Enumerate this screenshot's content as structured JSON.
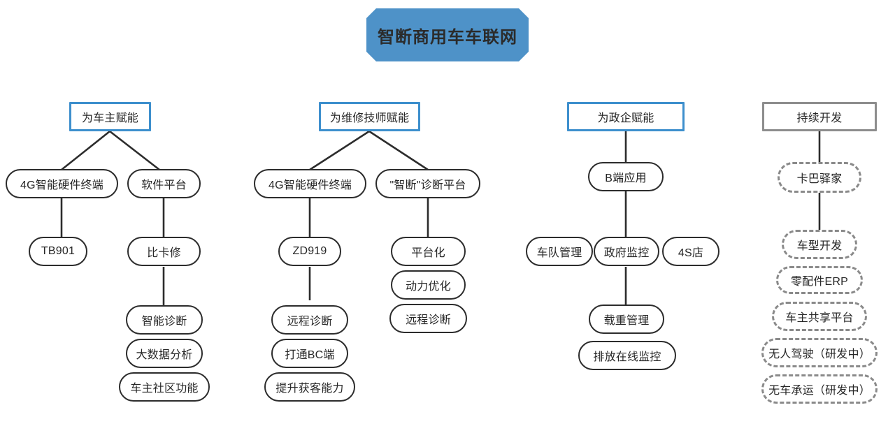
{
  "diagram": {
    "title": "智断商用车车联网",
    "colors": {
      "title_fill": "#4e92c8",
      "header_border_blue": "#3d8fcd",
      "header_border_gray": "#8d8d8d",
      "node_border": "#2c2c2c",
      "dashed_border": "#8a8a8a",
      "background": "#ffffff",
      "text": "#262626"
    },
    "columns": [
      {
        "id": "col-owner",
        "header": "为车主赋能",
        "header_style": "blue",
        "branches": [
          {
            "root": "4G智能硬件终端",
            "children": [
              "TB901"
            ]
          },
          {
            "root": "软件平台",
            "children": [
              "比卡修",
              "智能诊断",
              "大数据分析",
              "车主社区功能"
            ]
          }
        ]
      },
      {
        "id": "col-technician",
        "header": "为维修技师赋能",
        "header_style": "blue",
        "branches": [
          {
            "root": "4G智能硬件终端",
            "children": [
              "ZD919",
              "远程诊断",
              "打通BC端",
              "提升获客能力"
            ]
          },
          {
            "root": "\"智断\"诊断平台",
            "children": [
              "平台化",
              "动力优化",
              "远程诊断"
            ]
          }
        ]
      },
      {
        "id": "col-government",
        "header": "为政企赋能",
        "header_style": "blue",
        "branches": [
          {
            "root": "B端应用",
            "children": [
              "车队管理",
              "政府监控",
              "4S店",
              "载重管理",
              "排放在线监控"
            ]
          }
        ]
      },
      {
        "id": "col-development",
        "header": "持续开发",
        "header_style": "gray",
        "branches": [
          {
            "root": "卡巴驿家",
            "children": [
              "车型开发",
              "零配件ERP",
              "车主共享平台",
              "无人驾驶（研发中）",
              "无车承运（研发中）"
            ]
          }
        ]
      }
    ],
    "nodes": {
      "title": "智断商用车车联网",
      "c1_header": "为车主赋能",
      "c1_a": "4G智能硬件终端",
      "c1_a1": "TB901",
      "c1_b": "软件平台",
      "c1_b1": "比卡修",
      "c1_b2": "智能诊断",
      "c1_b3": "大数据分析",
      "c1_b4": "车主社区功能",
      "c2_header": "为维修技师赋能",
      "c2_a": "4G智能硬件终端",
      "c2_a1": "ZD919",
      "c2_a2": "远程诊断",
      "c2_a3": "打通BC端",
      "c2_a4": "提升获客能力",
      "c2_b": "\"智断\"诊断平台",
      "c2_b1": "平台化",
      "c2_b2": "动力优化",
      "c2_b3": "远程诊断",
      "c3_header": "为政企赋能",
      "c3_a": "B端应用",
      "c3_a1": "车队管理",
      "c3_a2": "政府监控",
      "c3_a3": "4S店",
      "c3_a4": "载重管理",
      "c3_a5": "排放在线监控",
      "c4_header": "持续开发",
      "c4_a": "卡巴驿家",
      "c4_a1": "车型开发",
      "c4_a2": "零配件ERP",
      "c4_a3": "车主共享平台",
      "c4_a4": "无人驾驶（研发中）",
      "c4_a5": "无车承运（研发中）"
    }
  }
}
